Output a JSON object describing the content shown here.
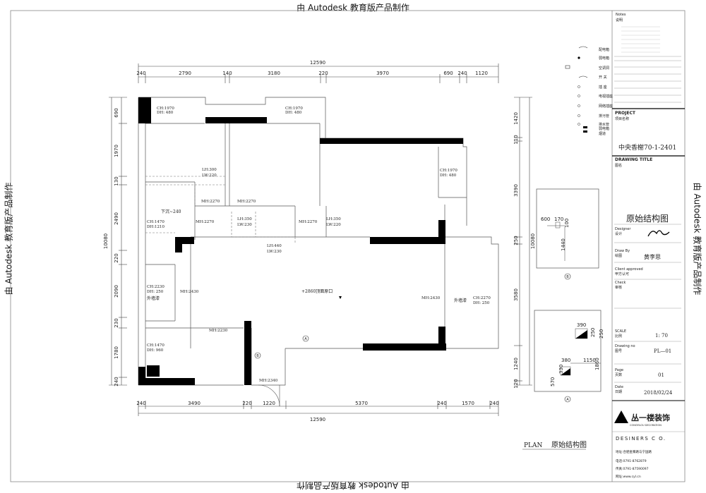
{
  "watermark": "由 Autodesk 教育版产品制作",
  "dims": {
    "top_total": "12590",
    "top_segments": [
      "240",
      "2790",
      "140",
      "3180",
      "220",
      "3970",
      "690",
      "240",
      "1120"
    ],
    "bottom_total": "12590",
    "bottom_segments": [
      "240",
      "3490",
      "220",
      "1220",
      "5370",
      "240",
      "1570",
      "240"
    ],
    "left_total": "10080",
    "left_segments": [
      "690",
      "1970",
      "130",
      "2490",
      "220",
      "2090",
      "230",
      "1780",
      "240"
    ],
    "right_total": "10080",
    "right_segments": [
      "1420",
      "110",
      "3390",
      "250",
      "3580",
      "1240",
      "120"
    ],
    "detail_a": [
      "600",
      "170",
      "100",
      "1440"
    ],
    "detail_b": [
      "390",
      "250",
      "250",
      "380",
      "1150",
      "1860",
      "570",
      "330"
    ]
  },
  "rooms": {
    "ch1": "CH:1970",
    "dh1": "DH: 480",
    "ch2": "CH:1970",
    "dh2": "DH: 480",
    "lh300": "LH:300",
    "lw220a": "LW:220",
    "xia": "下沉~240",
    "mh2270a": "MH:2270",
    "mh2270b": "MH:2270",
    "mh2270c": "MH:2270",
    "mh2270d": "MH:2270",
    "lh350a": "LH:350",
    "lw230a": "LW:230",
    "lh350b": "LH:350",
    "lw220b": "LW:220",
    "ch1470a": "CH:1470",
    "dh1210": "DH:1210",
    "lh440": "LH:440",
    "lw230b": "LW:230",
    "ch2230": "CH:2230",
    "dh250a": "DH: 250",
    "wq1": "外墙漆",
    "mh2430a": "MH:2430",
    "mh2430b": "MH:2430",
    "ceiling": "+2860顶面原口",
    "ch2270": "CH:2270",
    "dh250b": "DH: 250",
    "wq2": "外墙漆",
    "ch1970c": "CH:1970",
    "dh480c": "DH: 480",
    "mh2230": "MH:2230",
    "ch1470b": "CH:1470",
    "dh960": "DH: 960",
    "mh2340": "MH:2340",
    "mark_a": "A",
    "mark_b": "B"
  },
  "plan_title": "PLAN",
  "plan_title_cn": "原始结构图",
  "legend": {
    "notes_en": "Notes",
    "notes_cn": "说明",
    "items": [
      "配电箱",
      "弱电箱",
      "空调洞",
      "开 关",
      "插 座",
      "电视插座",
      "网络插座",
      "排污管",
      "排水管",
      "弱电箱",
      "烟道"
    ]
  },
  "titleblock": {
    "project_label": "PROJECT",
    "project_cn": "项目名称",
    "project_value": "中央香榭70-1-2401",
    "drawing_title_label": "DRAWING TITLE",
    "drawing_title_cn": "图名",
    "drawing_title_value": "原始结构图",
    "designer_label": "Designer",
    "designer_cn": "设计",
    "drawn_label": "Draw By",
    "drawn_cn": "绘图",
    "drawn_value": "黄李思",
    "client_label": "Client approved",
    "client_cn": "甲方认可",
    "check_label": "Check",
    "check_cn": "审核",
    "scale_label": "SCALE",
    "scale_cn": "比例",
    "scale_value": "1: 70",
    "drawing_no_label": "Drawing no",
    "drawing_no_cn": "图号",
    "drawing_no_value": "PL—01",
    "page_label": "Page",
    "page_cn": "页数",
    "page_value": "01",
    "date_label": "Date",
    "date_cn": "日期",
    "date_value": "2018/02/24",
    "company_cn": "丛一楼装饰",
    "company_en": "CONGYILOU DECORATION",
    "designers": "DESINERS  C O.",
    "addr1": "地址:合肥金寨路与宁国路",
    "tel1": "电话:0791-8762879",
    "tel2": "传真:0791-87590097",
    "web": "网址:www.cyl.cn"
  }
}
